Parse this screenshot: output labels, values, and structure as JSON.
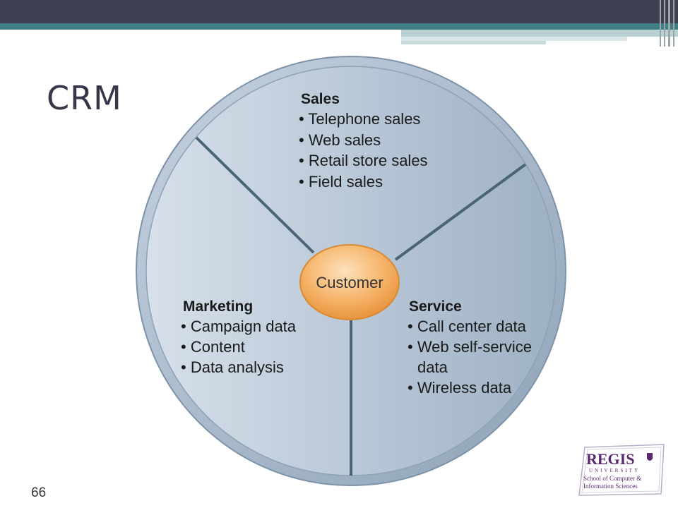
{
  "slide": {
    "title": "CRM",
    "page_number": "66"
  },
  "diagram": {
    "center_label": "Customer",
    "sections": [
      {
        "heading": "Sales",
        "items": [
          "• Telephone sales",
          "• Web sales",
          "• Retail store sales",
          "• Field sales"
        ]
      },
      {
        "heading": "Marketing",
        "items": [
          "• Campaign data",
          "• Content",
          "• Data analysis"
        ]
      },
      {
        "heading": "Service",
        "items": [
          "• Call center data",
          "• Web self-service",
          "data",
          "• Wireless data"
        ]
      }
    ]
  },
  "logo": {
    "name": "REGIS",
    "subtitle": "UNIVERSITY",
    "line1": "School of Computer &",
    "line2": "Information Sciences"
  },
  "colors": {
    "header": "#3f3f52",
    "accent_teal": "#3e7f86",
    "wheel_outer": "#a9b9c9",
    "wheel_inner": "#b8c7d6",
    "spoke": "#4a6478",
    "customer_fill": "#f2a654",
    "logo_purple": "#5a2a6e"
  }
}
